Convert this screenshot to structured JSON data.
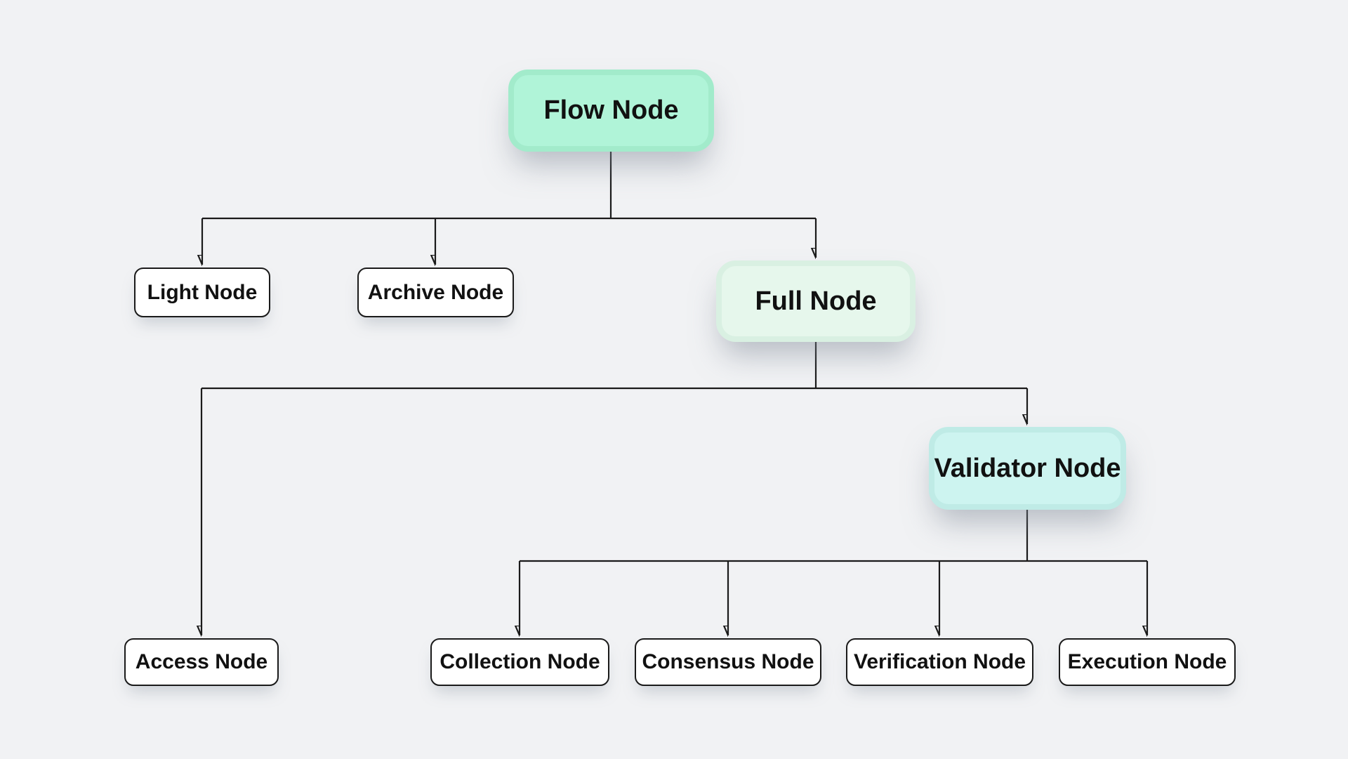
{
  "diagram": {
    "nodes": {
      "flow": {
        "label": "Flow Node"
      },
      "light": {
        "label": "Light Node"
      },
      "archive": {
        "label": "Archive Node"
      },
      "full": {
        "label": "Full Node"
      },
      "access": {
        "label": "Access Node"
      },
      "validator": {
        "label": "Validator Node"
      },
      "collection": {
        "label": "Collection Node"
      },
      "consensus": {
        "label": "Consensus Node"
      },
      "verification": {
        "label": "Verification Node"
      },
      "execution": {
        "label": "Execution Node"
      }
    },
    "edges": [
      {
        "from": "Flow Node",
        "to": "Light Node"
      },
      {
        "from": "Flow Node",
        "to": "Archive Node"
      },
      {
        "from": "Flow Node",
        "to": "Full Node"
      },
      {
        "from": "Full Node",
        "to": "Access Node"
      },
      {
        "from": "Full Node",
        "to": "Validator Node"
      },
      {
        "from": "Validator Node",
        "to": "Collection Node"
      },
      {
        "from": "Validator Node",
        "to": "Consensus Node"
      },
      {
        "from": "Validator Node",
        "to": "Verification Node"
      },
      {
        "from": "Validator Node",
        "to": "Execution Node"
      }
    ],
    "colors": {
      "background": "#f1f2f4",
      "flow_node_fill": "#b0f4d8",
      "full_node_fill": "#e6f7ec",
      "validator_node_fill": "#cdf4f0",
      "plain_node_fill": "#ffffff",
      "node_border": "#1a1a1a",
      "connector": "#1a1a1a",
      "text": "#111111"
    }
  }
}
